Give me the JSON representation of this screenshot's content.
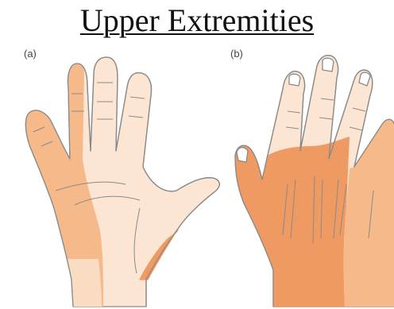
{
  "title": "Upper Extremities",
  "panels": [
    {
      "label": "(a)",
      "view": "palm"
    },
    {
      "label": "(b)",
      "view": "dorsum"
    }
  ],
  "colors": {
    "skin_light": "#fce6d3",
    "shade_medium": "#f6b98a",
    "shade_dark": "#ef9a62",
    "outline": "#8a8a8a"
  }
}
